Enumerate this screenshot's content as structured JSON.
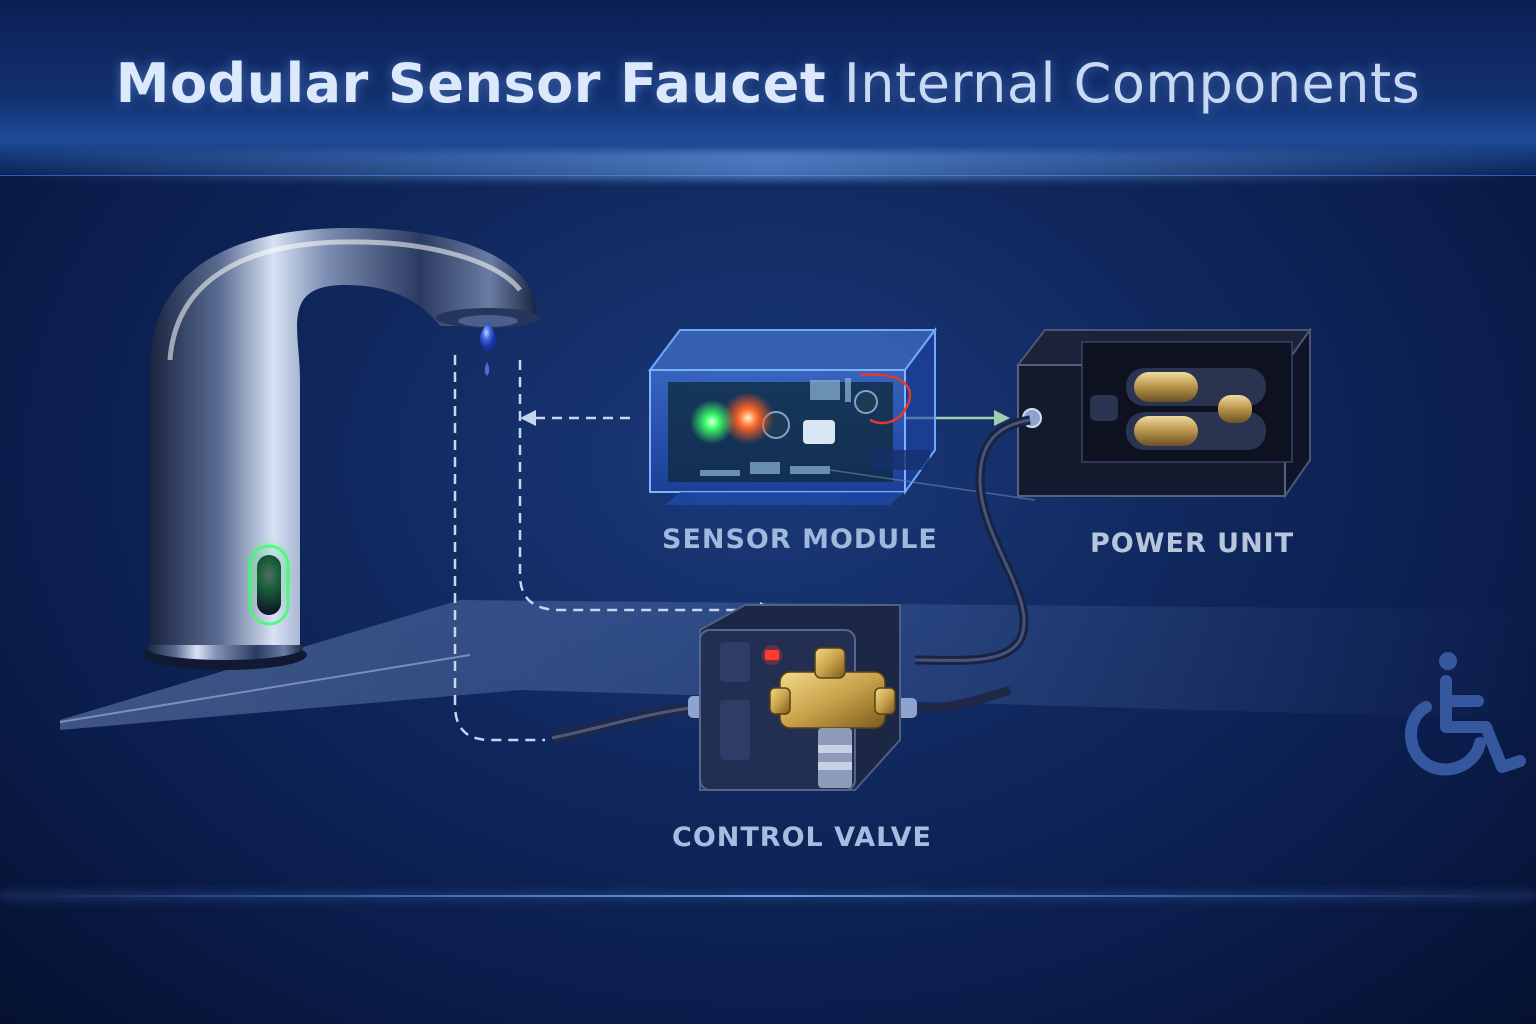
{
  "header": {
    "title_bold": "Modular Sensor Faucet",
    "title_light": "Internal Components"
  },
  "components": {
    "sensor_module": "SENSOR MODULE",
    "power_unit": "POWER UNIT",
    "control_valve": "CONTROL VALVE"
  },
  "icons": {
    "faucet": "faucet-icon",
    "sensor_module": "circuit-board-icon",
    "power_unit": "battery-pack-icon",
    "control_valve": "valve-icon",
    "accessibility": "wheelchair-icon"
  },
  "colors": {
    "background": "#10285e",
    "accent": "#6fa8ff",
    "sensor_led": "#3dff6a",
    "indicator_red": "#ff3b30",
    "brass": "#c9a24a"
  }
}
